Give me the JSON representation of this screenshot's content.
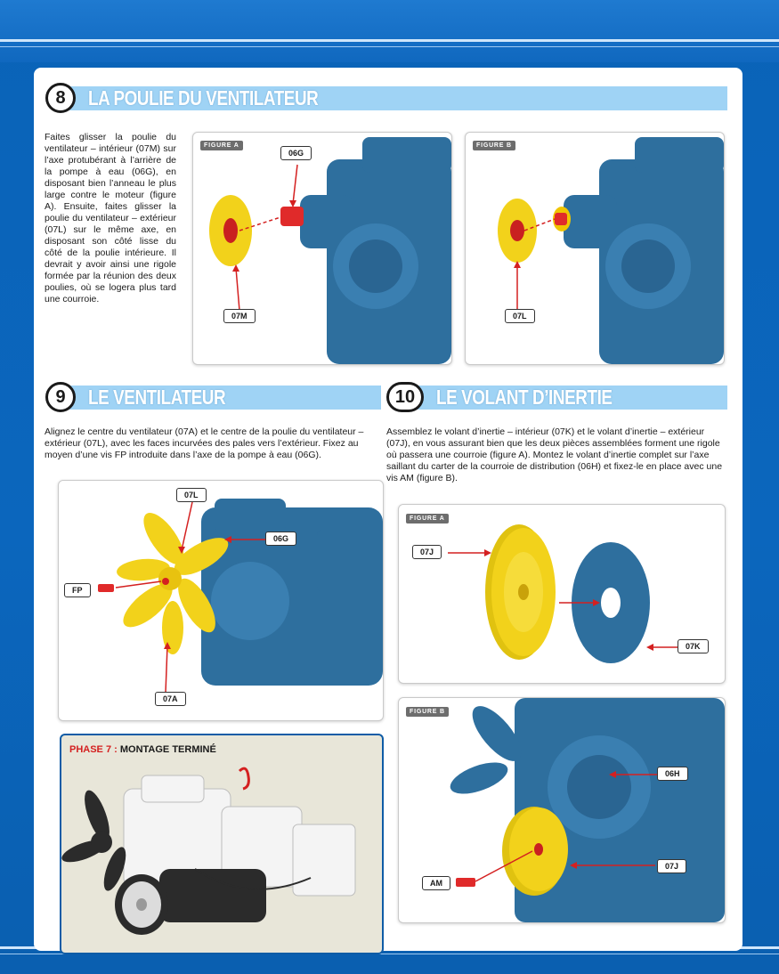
{
  "step8": {
    "number": "8",
    "title": "LA POULIE DU VENTILATEUR",
    "text": "Faites glisser la poulie du ventilateur – intérieur (07M) sur l’axe protubérant à l’arrière de la pompe à eau (06G), en disposant bien l’anneau le plus large contre le moteur (figure A). Ensuite, faites glisser la poulie du ventilateur – extérieur (07L) sur le même axe, en disposant son côté lisse du côté de la poulie intérieure. Il devrait y avoir ainsi une rigole formée par la réunion des deux poulies, où se logera plus tard une courroie.",
    "figA": {
      "tag": "FIGURE A",
      "labels": [
        "06G",
        "07M"
      ]
    },
    "figB": {
      "tag": "FIGURE B",
      "labels": [
        "07L"
      ]
    }
  },
  "step9": {
    "number": "9",
    "title": "LE VENTILATEUR",
    "text": "Alignez le centre du ventilateur (07A) et le centre de la poulie du ventilateur – extérieur (07L), avec les faces incurvées des pales vers l’extérieur. Fixez au moyen d’une vis FP introduite dans l’axe de la pompe à eau (06G).",
    "labels": [
      "07L",
      "06G",
      "FP",
      "07A"
    ]
  },
  "step10": {
    "number": "10",
    "title": "LE VOLANT D’INERTIE",
    "text": "Assemblez le volant d’inertie – intérieur (07K) et le volant d’inertie – extérieur (07J), en vous assurant bien que les deux pièces assemblées forment une rigole où passera une courroie (figure A). Montez le volant d’inertie complet sur l’axe saillant du carter de la courroie de distribution (06H) et fixez-le en place avec une vis AM (figure B).",
    "figA": {
      "tag": "FIGURE A",
      "labels": [
        "07J",
        "07K"
      ]
    },
    "figB": {
      "tag": "FIGURE B",
      "labels": [
        "06H",
        "07J",
        "AM"
      ]
    }
  },
  "phase": {
    "prefix": "PHASE 7 :",
    "title": "MONTAGE TERMINÉ"
  },
  "colors": {
    "engine_blue": "#2e6f9e",
    "part_yellow": "#f2d21b",
    "accent_red": "#d42020",
    "header_bar": "#9fd3f5"
  }
}
